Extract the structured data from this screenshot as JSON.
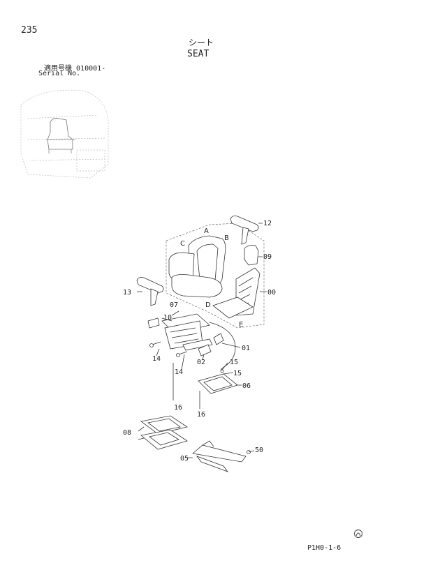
{
  "header": {
    "page_number": "235",
    "title_jp": "シート",
    "title_en": "SEAT",
    "serial_label_jp": "適用号機",
    "serial_value": "010001-",
    "serial_label_en": "Serial No."
  },
  "callouts": {
    "p12": "12",
    "p09": "09",
    "p00": "00",
    "p13": "13",
    "p07": "07",
    "p10": "10",
    "p01": "01",
    "p14a": "14",
    "p14b": "14",
    "p02": "02",
    "p15a": "15",
    "p15b": "15",
    "p06": "06",
    "p16a": "16",
    "p16b": "16",
    "p08": "08",
    "p50": "50",
    "p05": "05"
  },
  "letters": {
    "A": "A",
    "B": "B",
    "C": "C",
    "D": "D",
    "E": "E"
  },
  "footer": {
    "code": "P1H0-1-6"
  }
}
